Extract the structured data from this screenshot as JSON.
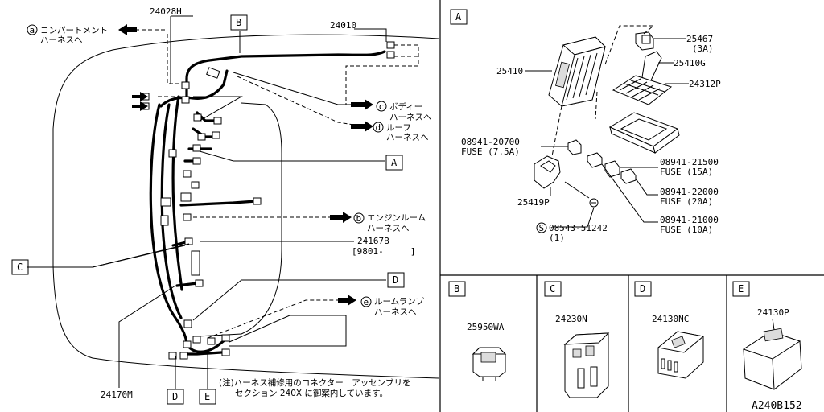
{
  "main": {
    "callouts": {
      "p24028h": "24028H",
      "p24010": "24010",
      "p24167b": "24167B",
      "p24167b_date": "[9801-     ]",
      "p24170m": "24170M"
    },
    "refs": {
      "compartment_a": "a",
      "compartment_label_1": "コンパートメント",
      "compartment_label_2": "ハーネスへ",
      "body_c": "c",
      "body_label_1": "ボディー",
      "body_label_2": "ハーネスへ",
      "roof_d": "d",
      "roof_label_1": "ルーフ",
      "roof_label_2": "ハーネスへ",
      "engine_b": "b",
      "engine_label_1": "エンジンルーム",
      "engine_label_2": "ハーネスへ",
      "roomlamp_e": "e",
      "roomlamp_label_1": "ルームランプ",
      "roomlamp_label_2": "ハーネスへ"
    },
    "box_labels": {
      "A": "A",
      "B": "B",
      "C": "C",
      "D": "D",
      "E": "E"
    },
    "note_1": "(注)ハーネス補修用のコネクター　アッセンブリを",
    "note_2": "セクション 240X に御案内しています。"
  },
  "detail_a": {
    "label": "A",
    "p25467": "25467",
    "p25467_qty": "(3A)",
    "p25410g": "25410G",
    "p25410": "25410",
    "p24312p": "24312P",
    "fuse1_code": "08941-20700",
    "fuse1_desc": "FUSE (7.5A)",
    "fuse2_code": "08941-21500",
    "fuse2_desc": "FUSE   (15A)",
    "fuse3_code": "08941-22000",
    "fuse3_desc": "FUSE   (20A)",
    "fuse4_code": "08941-21000",
    "fuse4_desc": "FUSE   (10A)",
    "p25419p": "25419P",
    "screw_mark": "S",
    "screw_code": "08543-51242",
    "screw_qty": "(1)"
  },
  "details": {
    "b": {
      "label": "B",
      "part": "25950WA"
    },
    "c": {
      "label": "C",
      "part": "24230N"
    },
    "d": {
      "label": "D",
      "part": "24130NC"
    },
    "e": {
      "label": "E",
      "part": "24130P"
    }
  },
  "diagram_id": "A240B152"
}
